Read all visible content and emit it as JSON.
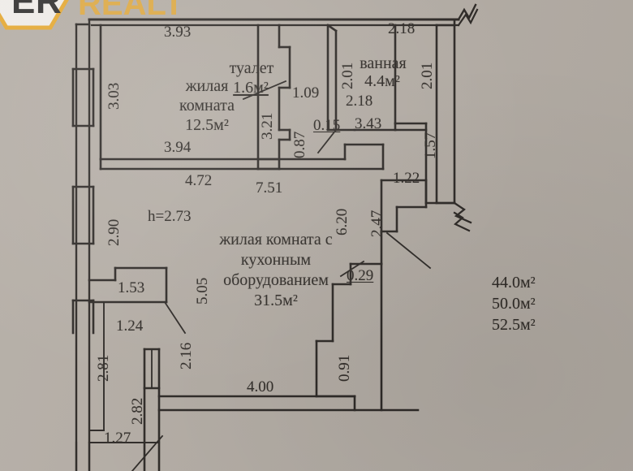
{
  "document": {
    "type": "floor-plan",
    "language": "ru",
    "background_color": "#b4ada5",
    "line_color": "#2b2724"
  },
  "watermark": {
    "brand_letters": "ЕR",
    "brand_text": "REALT",
    "accent_color": "#e9a82a",
    "dark_color": "#262626"
  },
  "rooms": [
    {
      "id": "living-room",
      "name_line1": "жилая",
      "name_line2": "комната",
      "area": "12.5м²"
    },
    {
      "id": "toilet",
      "name_line1": "туалет",
      "area": "1.6м²"
    },
    {
      "id": "bathroom",
      "name_line1": "ванная",
      "area": "4.4м²"
    },
    {
      "id": "living-kitchen",
      "name_line1": "жилая комната с",
      "name_line2": "кухонным",
      "name_line3": "оборудованием",
      "area": "31.5м²"
    }
  ],
  "ceiling_height": "h=2.73",
  "area_summary": [
    "44.0м²",
    "50.0м²",
    "52.5м²"
  ],
  "dimensions": {
    "top_living_width": "3.93",
    "top_bath_width": "2.18",
    "left_upper": "3.03",
    "left_mid": "2.90",
    "left_low": "2.81",
    "left_low2": "2.82",
    "toilet_height": "3.21",
    "toilet_right": "0.87",
    "toilet_to_bath": "1.09",
    "bath_left": "2.01",
    "bath_right": "2.01",
    "bath_bottom": "2.18",
    "corridor_short": "0.15",
    "corridor_long": "3.43",
    "living_bottom": "3.94",
    "mid_span_a": "4.72",
    "mid_span_b": "7.51",
    "right_vert": "1.57",
    "right_horiz": "1.22",
    "right_vert2": "2.47",
    "kitchen_vert": "6.20",
    "kitchen_vert2": "5.05",
    "niche_width": "0.29",
    "niche_vert": "0.91",
    "bottom_width": "4.00",
    "balcony_w": "1.53",
    "balcony_w2": "1.24",
    "balcony_v": "2.16",
    "bottom_small": "1.27"
  }
}
